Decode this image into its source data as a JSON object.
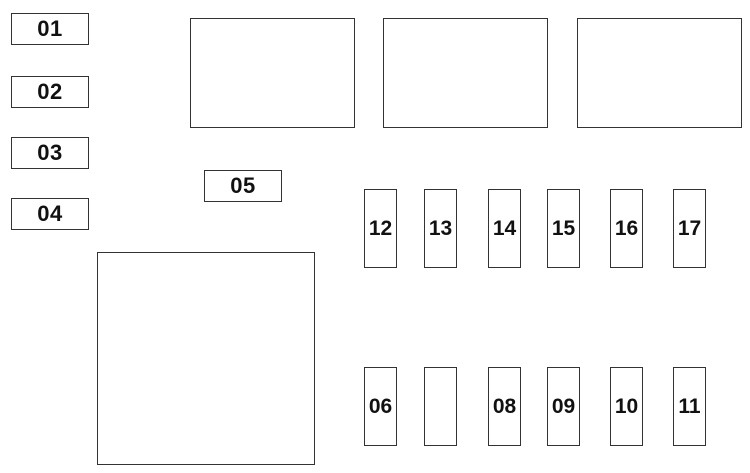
{
  "fuse_box": {
    "left_fuses": [
      {
        "label": "01"
      },
      {
        "label": "02"
      },
      {
        "label": "03"
      },
      {
        "label": "04"
      }
    ],
    "fuse_05": {
      "label": "05"
    },
    "upper_row": [
      {
        "label": "12"
      },
      {
        "label": "13"
      },
      {
        "label": "14"
      },
      {
        "label": "15"
      },
      {
        "label": "16"
      },
      {
        "label": "17"
      }
    ],
    "lower_row": [
      {
        "label": "06"
      },
      {
        "label": ""
      },
      {
        "label": "08"
      },
      {
        "label": "09"
      },
      {
        "label": "10"
      },
      {
        "label": "11"
      }
    ]
  },
  "colors": {
    "outline": "#333333",
    "text": "#111111",
    "background": "#ffffff"
  }
}
